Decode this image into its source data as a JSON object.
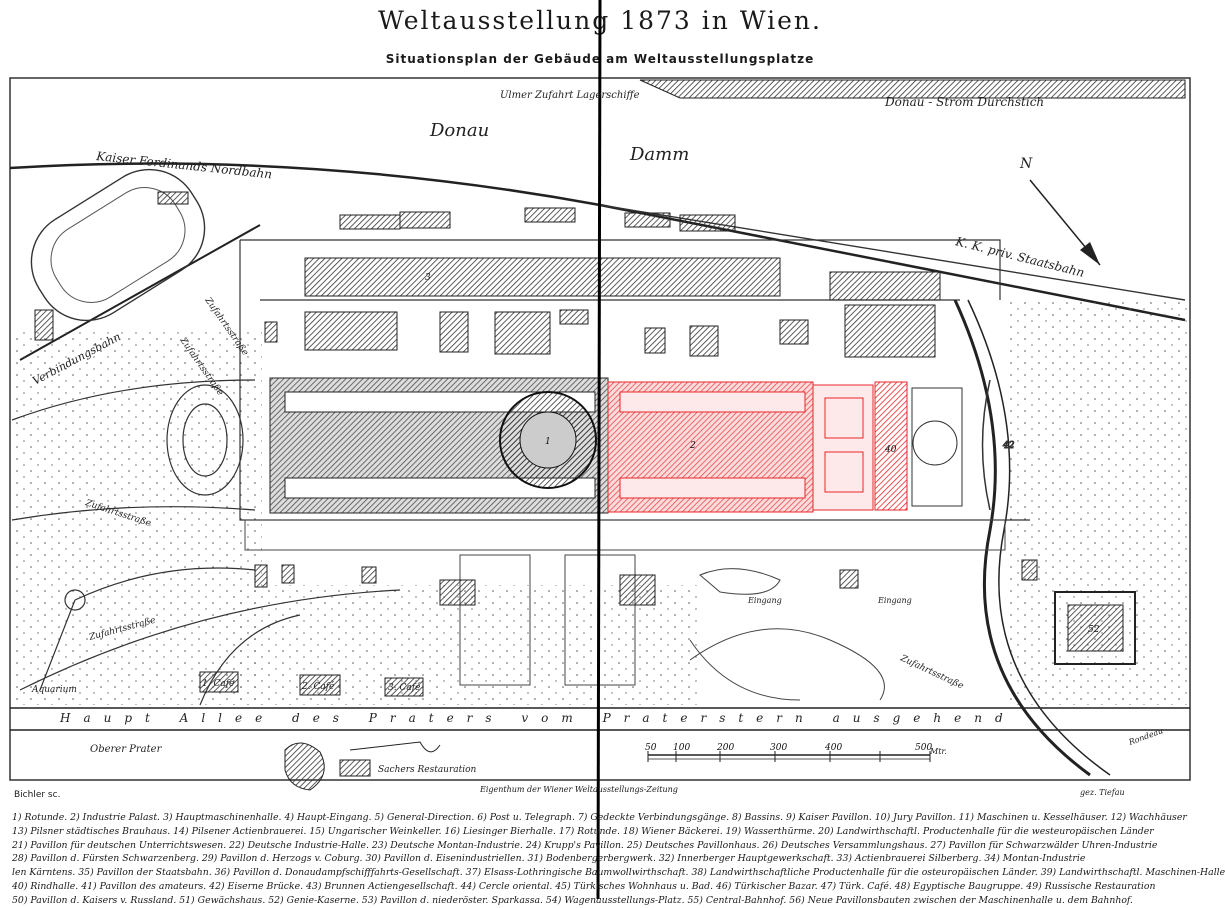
{
  "title": "Weltausstellung 1873 in Wien.",
  "subtitle": "Situationsplan der Gebäude am Weltausstellungsplatze",
  "labels": {
    "donau": "Donau",
    "damm": "Damm",
    "donau_strom": "Donau - Strom Durchstich",
    "ulmer": "Ulmer Zufahrt Lagerschiffe",
    "nordbahn": "Kaiser Ferdinands Nordbahn",
    "staatsbahn": "K. K. priv. Staatsbahn",
    "verbindungsbahn": "Verbindungsbahn",
    "zufahrt_1": "Zufahrtsstraße",
    "zufahrt_2": "Zufahrtsstraße",
    "zufahrt_3": "Zufahrtsstraße",
    "zufahrt_4": "Zufahrtsstraße",
    "zufahrt_5": "Zufahrtsstraße",
    "haupt_allee": "Haupt Allee des Praters vom Praterstern ausgehend",
    "oberer_prater": "Oberer Prater",
    "sachers": "Sachers Restauration",
    "aquarium": "Aquarium",
    "cafe1": "1. Café",
    "cafe2": "2. Café",
    "cafe3": "3. Café",
    "eingang1": "Eingang",
    "eingang2": "Eingang",
    "rondeau": "Rondeau",
    "north": "N",
    "engraver_left": "Bichler sc.",
    "engraver_right": "gez. Tiefau",
    "property": "Eigenthum der Wiener Weltausstellungs-Zeitung",
    "scale_unit": "Mtr."
  },
  "scale_ticks": [
    "50",
    "100",
    "200",
    "300",
    "400",
    "500"
  ],
  "legend": [
    "1) Rotunde. 2) Industrie Palast. 3) Hauptmaschinenhalle. 4) Haupt-Eingang. 5) General-Direction. 6) Post u. Telegraph. 7) Gedeckte Verbindungsgänge. 8) Bassins. 9) Kaiser Pavillon. 10) Jury Pavillon. 11) Maschinen u. Kesselhäuser. 12) Wachhäuser",
    "13) Pilsner städtisches Brauhaus. 14) Pilsener Actienbrauerei. 15) Ungarischer Weinkeller. 16) Liesinger Bierhalle. 17) Rotunde. 18) Wiener Bäckerei. 19) Wasserthürme. 20) Landwirthschaftl. Productenhalle für die westeuropäischen Länder",
    "21) Pavillon für deutschen Unterrichtswesen. 22) Deutsche Industrie-Halle. 23) Deutsche Montan-Industrie. 24) Krupp's Pavillon. 25) Deutsches Pavillonhaus. 26) Deutsches Versammlungshaus. 27) Pavillon für Schwarzwälder Uhren-Industrie",
    "28) Pavillon d. Fürsten Schwarzenberg. 29) Pavillon d. Herzogs v. Coburg. 30) Pavillon d. Eisenindustriellen. 31) Bodenbergerbergwerk. 32) Innerberger Hauptgewerkschaft. 33) Actienbrauerei Silberberg. 34) Montan-Industrie",
    "len Kärntens. 35) Pavillon der Staatsbahn. 36) Pavillon d. Donaudampfschifffahrts-Gesellschaft. 37) Elsass-Lothringische Baumwollwirthschaft. 38) Landwirthschaftliche Productenhalle für die osteuropäischen Länder. 39) Landwirthschaftl. Maschinen-Halle",
    "40) Rindhalle. 41) Pavillon des amateurs. 42) Eiserne Brücke. 43) Brunnen Actiengesellschaft. 44) Cercle oriental. 45) Türkisches Wohnhaus u. Bad. 46) Türkischer Bazar. 47) Türk. Café. 48) Egyptische Baugruppe. 49) Russische Restauration",
    "50) Pavillon d. Kaisers v. Russland. 51) Gewächshaus. 52) Genie-Kaserne. 53) Pavillon d. niederöster. Sparkassa. 54) Wagenausstellungs-Platz. 55) Central-Bahnhof. 56) Neue Pavillonsbauten zwischen der Maschinenhalle u. dem Bahnhof."
  ],
  "highlight_color": "#e8262b",
  "ink_color": "#2a2a2a"
}
